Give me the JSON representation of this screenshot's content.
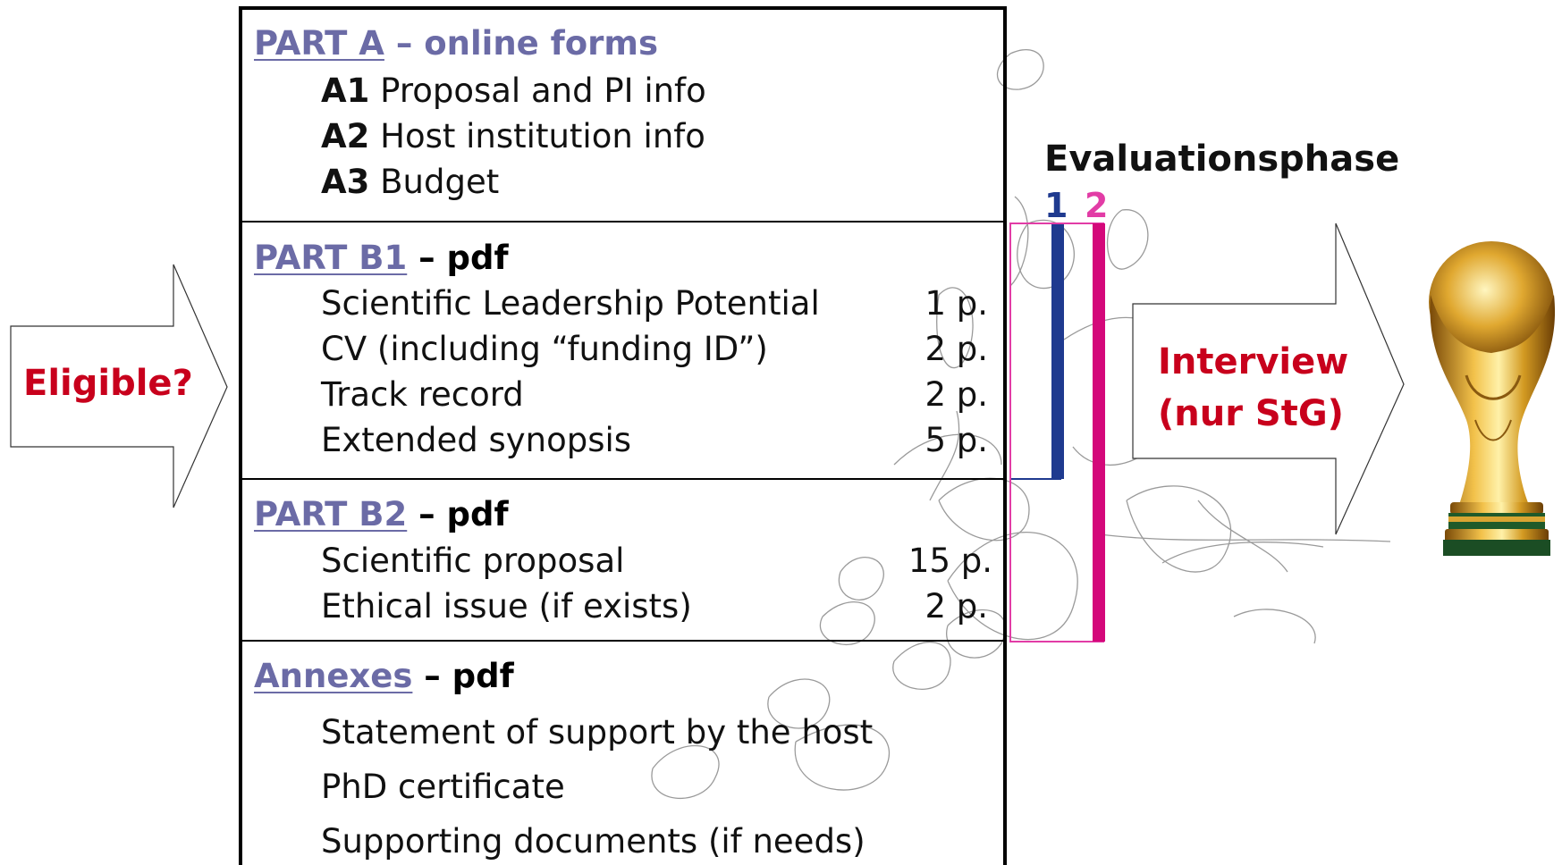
{
  "part_a": {
    "title_link": "PART A",
    "title_rest": " – online forms",
    "items": [
      {
        "code": "A1",
        "label": " Proposal and PI info"
      },
      {
        "code": "A2",
        "label": " Host institution info"
      },
      {
        "code": "A3",
        "label": " Budget"
      }
    ]
  },
  "part_b1": {
    "title_link": "PART B1",
    "title_rest": " – pdf",
    "items": [
      {
        "label": "Scientific Leadership Potential",
        "pages": "1 p."
      },
      {
        "label": "CV (including “funding ID”)",
        "pages": "2 p."
      },
      {
        "label": "Track record",
        "pages": "2 p."
      },
      {
        "label": "Extended synopsis",
        "pages": "5 p."
      }
    ]
  },
  "part_b2": {
    "title_link": "PART B2",
    "title_rest": " – pdf",
    "items": [
      {
        "label": "Scientific proposal",
        "pages": "15 p."
      },
      {
        "label": "Ethical issue (if exists)",
        "pages": "2 p."
      }
    ]
  },
  "annexes": {
    "title_link": "Annexes",
    "title_rest": " – pdf",
    "items": [
      {
        "label": "Statement of support by the host"
      },
      {
        "label": "PhD certificate"
      },
      {
        "label": "Supporting documents (if needs)"
      }
    ]
  },
  "left_arrow": {
    "label": "Eligible?"
  },
  "evaluation": {
    "title": "Evaluationsphase",
    "phase_1": "1",
    "phase_2": "2"
  },
  "right_arrow": {
    "line1": "Interview",
    "line2": "(nur StG)"
  },
  "trophy": {
    "icon": "world-cup-trophy-icon"
  },
  "colors": {
    "link": "#6b6ba6",
    "accent_red": "#c8001c",
    "phase_1": "#1f3a8f",
    "phase_2": "#d4087a",
    "phase_2_label": "#e23ca6"
  }
}
